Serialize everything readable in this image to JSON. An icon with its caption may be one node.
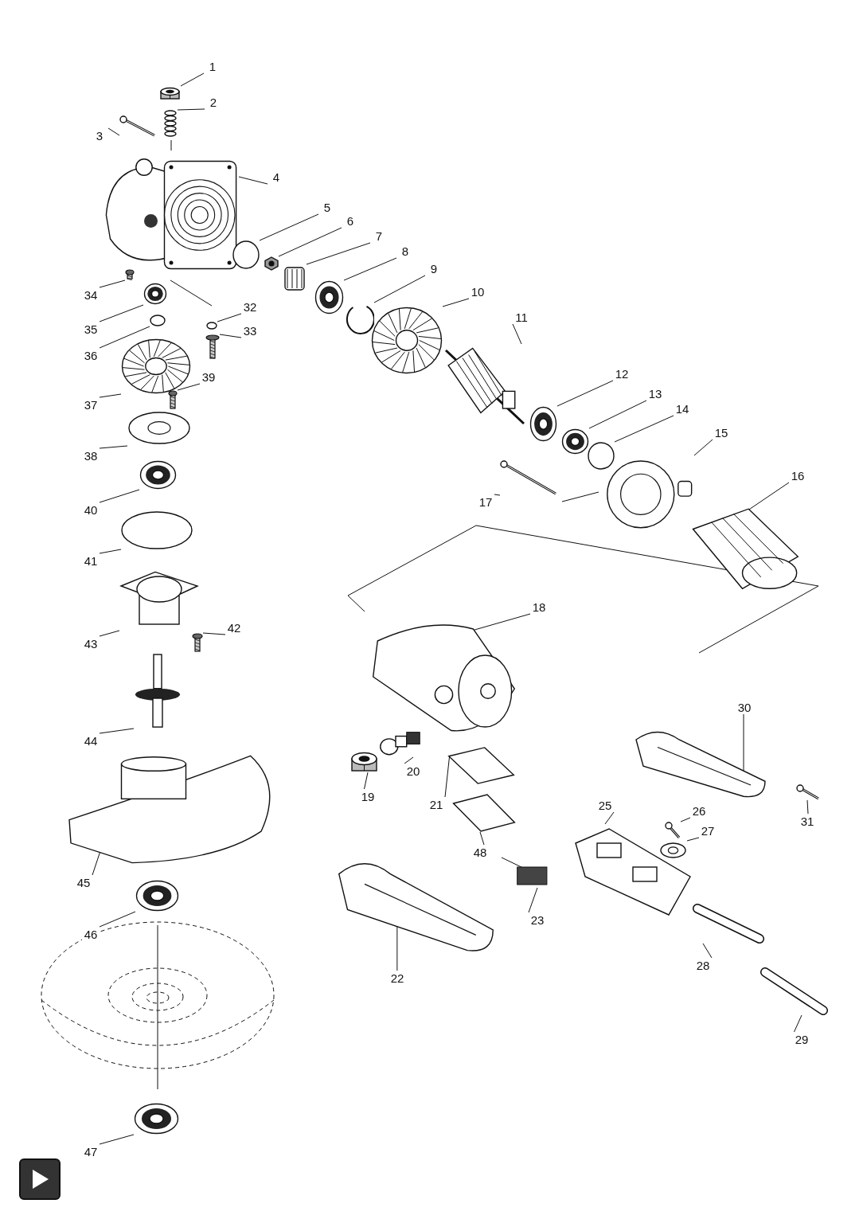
{
  "diagram": {
    "nodes": [
      {
        "text": [
          "1"
        ]
      },
      {
        "text": [
          "2"
        ]
      },
      {
        "text": [
          "3"
        ]
      },
      {
        "text": [
          "4"
        ]
      },
      {
        "text": [
          "5"
        ]
      },
      {
        "text": [
          "6"
        ]
      },
      {
        "text": [
          "7"
        ]
      },
      {
        "text": [
          "8"
        ]
      },
      {
        "text": [
          "9"
        ]
      },
      {
        "text": [
          "10"
        ]
      },
      {
        "text": [
          "11"
        ]
      },
      {
        "text": [
          "12"
        ]
      },
      {
        "text": [
          "13"
        ]
      },
      {
        "text": [
          "14"
        ]
      },
      {
        "text": [
          "15"
        ]
      },
      {
        "text": [
          "16"
        ]
      },
      {
        "text": [
          "17"
        ]
      },
      {
        "text": [
          "18"
        ]
      },
      {
        "text": [
          "19"
        ]
      },
      {
        "text": [
          "20"
        ]
      },
      {
        "text": [
          "21"
        ]
      },
      {
        "text": [
          "22"
        ]
      },
      {
        "text": [
          "23"
        ]
      },
      {
        "text": [
          "25"
        ]
      },
      {
        "text": [
          "26"
        ]
      },
      {
        "text": [
          "27"
        ]
      },
      {
        "text": [
          "28"
        ]
      },
      {
        "text": [
          "29"
        ]
      },
      {
        "text": [
          "30"
        ]
      },
      {
        "text": [
          "31"
        ]
      },
      {
        "text": [
          "32"
        ]
      },
      {
        "text": [
          "33"
        ]
      },
      {
        "text": [
          "34"
        ]
      },
      {
        "text": [
          "35"
        ]
      },
      {
        "text": [
          "36"
        ]
      },
      {
        "text": [
          "37"
        ]
      },
      {
        "text": [
          "38"
        ]
      },
      {
        "text": [
          "39"
        ]
      },
      {
        "text": [
          "40"
        ]
      },
      {
        "text": [
          "41"
        ]
      },
      {
        "text": [
          "42"
        ]
      },
      {
        "text": [
          "43"
        ]
      },
      {
        "text": [
          "44"
        ]
      },
      {
        "text": [
          "45"
        ]
      },
      {
        "text": [
          "46"
        ]
      },
      {
        "text": [
          "47"
        ]
      },
      {
        "text": [
          "48"
        ]
      },
      {
        "text": [],
        "shape": "picture"
      },
      {
        "text": [],
        "shape": "picture"
      },
      {
        "text": [],
        "shape": "picture"
      },
      {
        "text": [],
        "shape": "picture"
      },
      {
        "text": [],
        "shape": "circle"
      },
      {
        "text": [],
        "shape": "picture"
      },
      {
        "text": [],
        "shape": "picture"
      },
      {
        "text": [],
        "shape": "picture"
      },
      {
        "text": [],
        "shape": "picture"
      },
      {
        "text": [],
        "shape": "picture"
      },
      {
        "text": [],
        "shape": "picture"
      },
      {
        "text": [],
        "shape": "picture"
      },
      {
        "text": [],
        "shape": "picture"
      },
      {
        "text": [],
        "shape": "circle"
      },
      {
        "text": [],
        "shape": "picture"
      },
      {
        "text": [],
        "shape": "picture"
      },
      {
        "text": [],
        "shape": "picture"
      },
      {
        "text": [],
        "shape": "picture"
      },
      {
        "text": [],
        "shape": "picture"
      },
      {
        "text": [],
        "shape": "picture"
      },
      {
        "text": [],
        "shape": "picture"
      },
      {
        "text": [],
        "shape": "picture"
      },
      {
        "text": [],
        "shape": "picture"
      },
      {
        "text": [],
        "shape": "picture"
      },
      {
        "text": [],
        "shape": "picture"
      },
      {
        "text": [],
        "shape": "picture"
      },
      {
        "text": [],
        "shape": "picture"
      },
      {
        "text": [],
        "shape": "picture"
      },
      {
        "text": [],
        "shape": "picture"
      },
      {
        "text": [],
        "shape": "picture"
      },
      {
        "text": [],
        "shape": "circle"
      },
      {
        "text": [],
        "shape": "picture"
      },
      {
        "text": [],
        "shape": "picture"
      },
      {
        "text": [],
        "shape": "picture"
      },
      {
        "text": [],
        "shape": "circle"
      },
      {
        "text": [],
        "shape": "picture"
      },
      {
        "text": [],
        "shape": "picture"
      },
      {
        "text": [],
        "shape": "picture"
      },
      {
        "text": [],
        "shape": "picture"
      },
      {
        "text": [],
        "shape": "circle"
      },
      {
        "text": [],
        "shape": "picture"
      },
      {
        "text": [],
        "shape": "picture"
      },
      {
        "text": [],
        "shape": "picture"
      },
      {
        "text": [],
        "shape": "picture"
      },
      {
        "text": [],
        "shape": "picture"
      },
      {
        "text": [],
        "shape": "picture"
      },
      {
        "text": [],
        "shape": "picture"
      }
    ],
    "edges": [
      {
        "from": 0,
        "to": 47,
        "arrow": "none"
      },
      {
        "from": 1,
        "to": 48,
        "arrow": "none"
      },
      {
        "from": 2,
        "to": 49,
        "arrow": "none"
      },
      {
        "from": 3,
        "to": 50,
        "arrow": "none"
      },
      {
        "from": 4,
        "to": 51,
        "arrow": "none"
      },
      {
        "from": 5,
        "to": 52,
        "arrow": "none"
      },
      {
        "from": 6,
        "to": 53,
        "arrow": "none"
      },
      {
        "from": 7,
        "to": 54,
        "arrow": "none"
      },
      {
        "from": 8,
        "to": 55,
        "arrow": "none"
      },
      {
        "from": 9,
        "to": 56,
        "arrow": "none"
      },
      {
        "from": 10,
        "to": 57,
        "arrow": "none"
      },
      {
        "from": 11,
        "to": 58,
        "arrow": "none"
      },
      {
        "from": 12,
        "to": 59,
        "arrow": "none"
      },
      {
        "from": 13,
        "to": 60,
        "arrow": "none"
      },
      {
        "from": 14,
        "to": 61,
        "arrow": "none"
      },
      {
        "from": 15,
        "to": 62,
        "arrow": "none"
      },
      {
        "from": 16,
        "to": 63,
        "arrow": "none"
      },
      {
        "from": 17,
        "to": 64,
        "arrow": "none"
      },
      {
        "from": 18,
        "to": 65,
        "arrow": "none"
      },
      {
        "from": 19,
        "to": 66,
        "arrow": "none"
      },
      {
        "from": 20,
        "to": 67,
        "arrow": "none"
      },
      {
        "from": 21,
        "to": 68,
        "arrow": "none"
      },
      {
        "from": 22,
        "to": 69,
        "arrow": "none"
      },
      {
        "from": 23,
        "to": 70,
        "arrow": "none"
      },
      {
        "from": 24,
        "to": 71,
        "arrow": "none"
      },
      {
        "from": 25,
        "to": 72,
        "arrow": "none"
      },
      {
        "from": 26,
        "to": 73,
        "arrow": "none"
      },
      {
        "from": 27,
        "to": 74,
        "arrow": "none"
      },
      {
        "from": 28,
        "to": 75,
        "arrow": "none"
      },
      {
        "from": 29,
        "to": 76,
        "arrow": "none"
      },
      {
        "from": 30,
        "to": 77,
        "arrow": "none"
      },
      {
        "from": 31,
        "to": 78,
        "arrow": "none"
      },
      {
        "from": 32,
        "to": 79,
        "arrow": "none"
      },
      {
        "from": 33,
        "to": 80,
        "arrow": "none"
      },
      {
        "from": 34,
        "to": 81,
        "arrow": "none"
      },
      {
        "from": 35,
        "to": 82,
        "arrow": "none"
      },
      {
        "from": 36,
        "to": 83,
        "arrow": "none"
      },
      {
        "from": 37,
        "to": 84,
        "arrow": "none"
      },
      {
        "from": 38,
        "to": 85,
        "arrow": "none"
      },
      {
        "from": 39,
        "to": 86,
        "arrow": "none"
      },
      {
        "from": 40,
        "to": 87,
        "arrow": "none"
      },
      {
        "from": 41,
        "to": 88,
        "arrow": "none"
      },
      {
        "from": 42,
        "to": 89,
        "arrow": "none"
      },
      {
        "from": 43,
        "to": 90,
        "arrow": "none"
      },
      {
        "from": 44,
        "to": 91,
        "arrow": "none"
      },
      {
        "from": 45,
        "to": 92,
        "arrow": "none"
      },
      {
        "from": 46,
        "to": 93,
        "arrow": "none"
      }
    ]
  }
}
